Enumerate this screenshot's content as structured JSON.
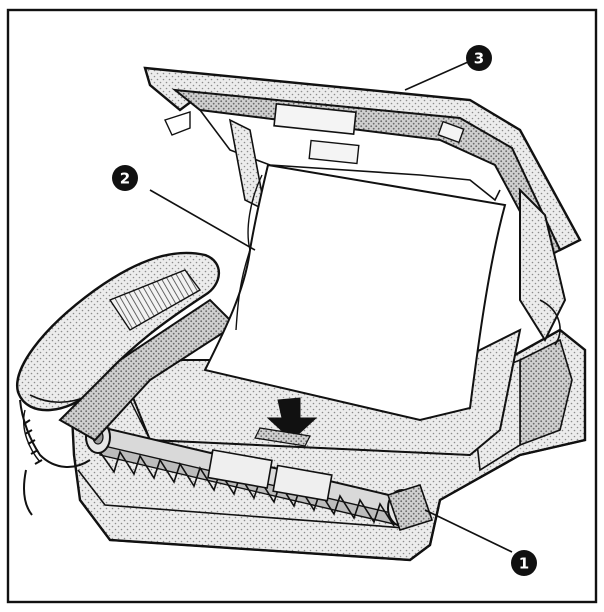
{
  "figure": {
    "callouts": [
      {
        "number": "1"
      },
      {
        "number": "2"
      },
      {
        "number": "3"
      }
    ]
  }
}
